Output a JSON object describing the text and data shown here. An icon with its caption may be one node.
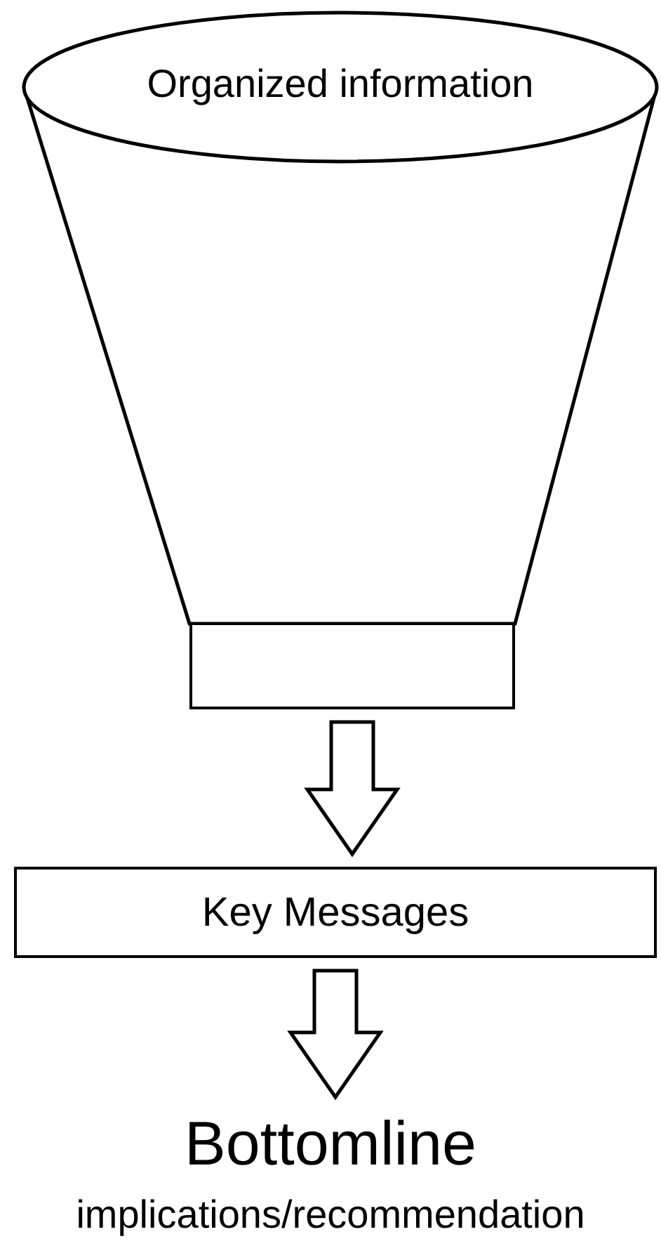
{
  "diagram": {
    "nodes": [
      {
        "text": [
          "Organized information"
        ]
      },
      {
        "text": [],
        "shape": "box"
      },
      {
        "text": [
          "Key Messages"
        ]
      },
      {
        "text": [
          "Bottomline",
          "implications/recommendation"
        ]
      }
    ],
    "edges": [
      {
        "from": 1,
        "to": 2,
        "arrow": "to"
      },
      {
        "from": 2,
        "to": 3,
        "arrow": "to"
      }
    ]
  }
}
